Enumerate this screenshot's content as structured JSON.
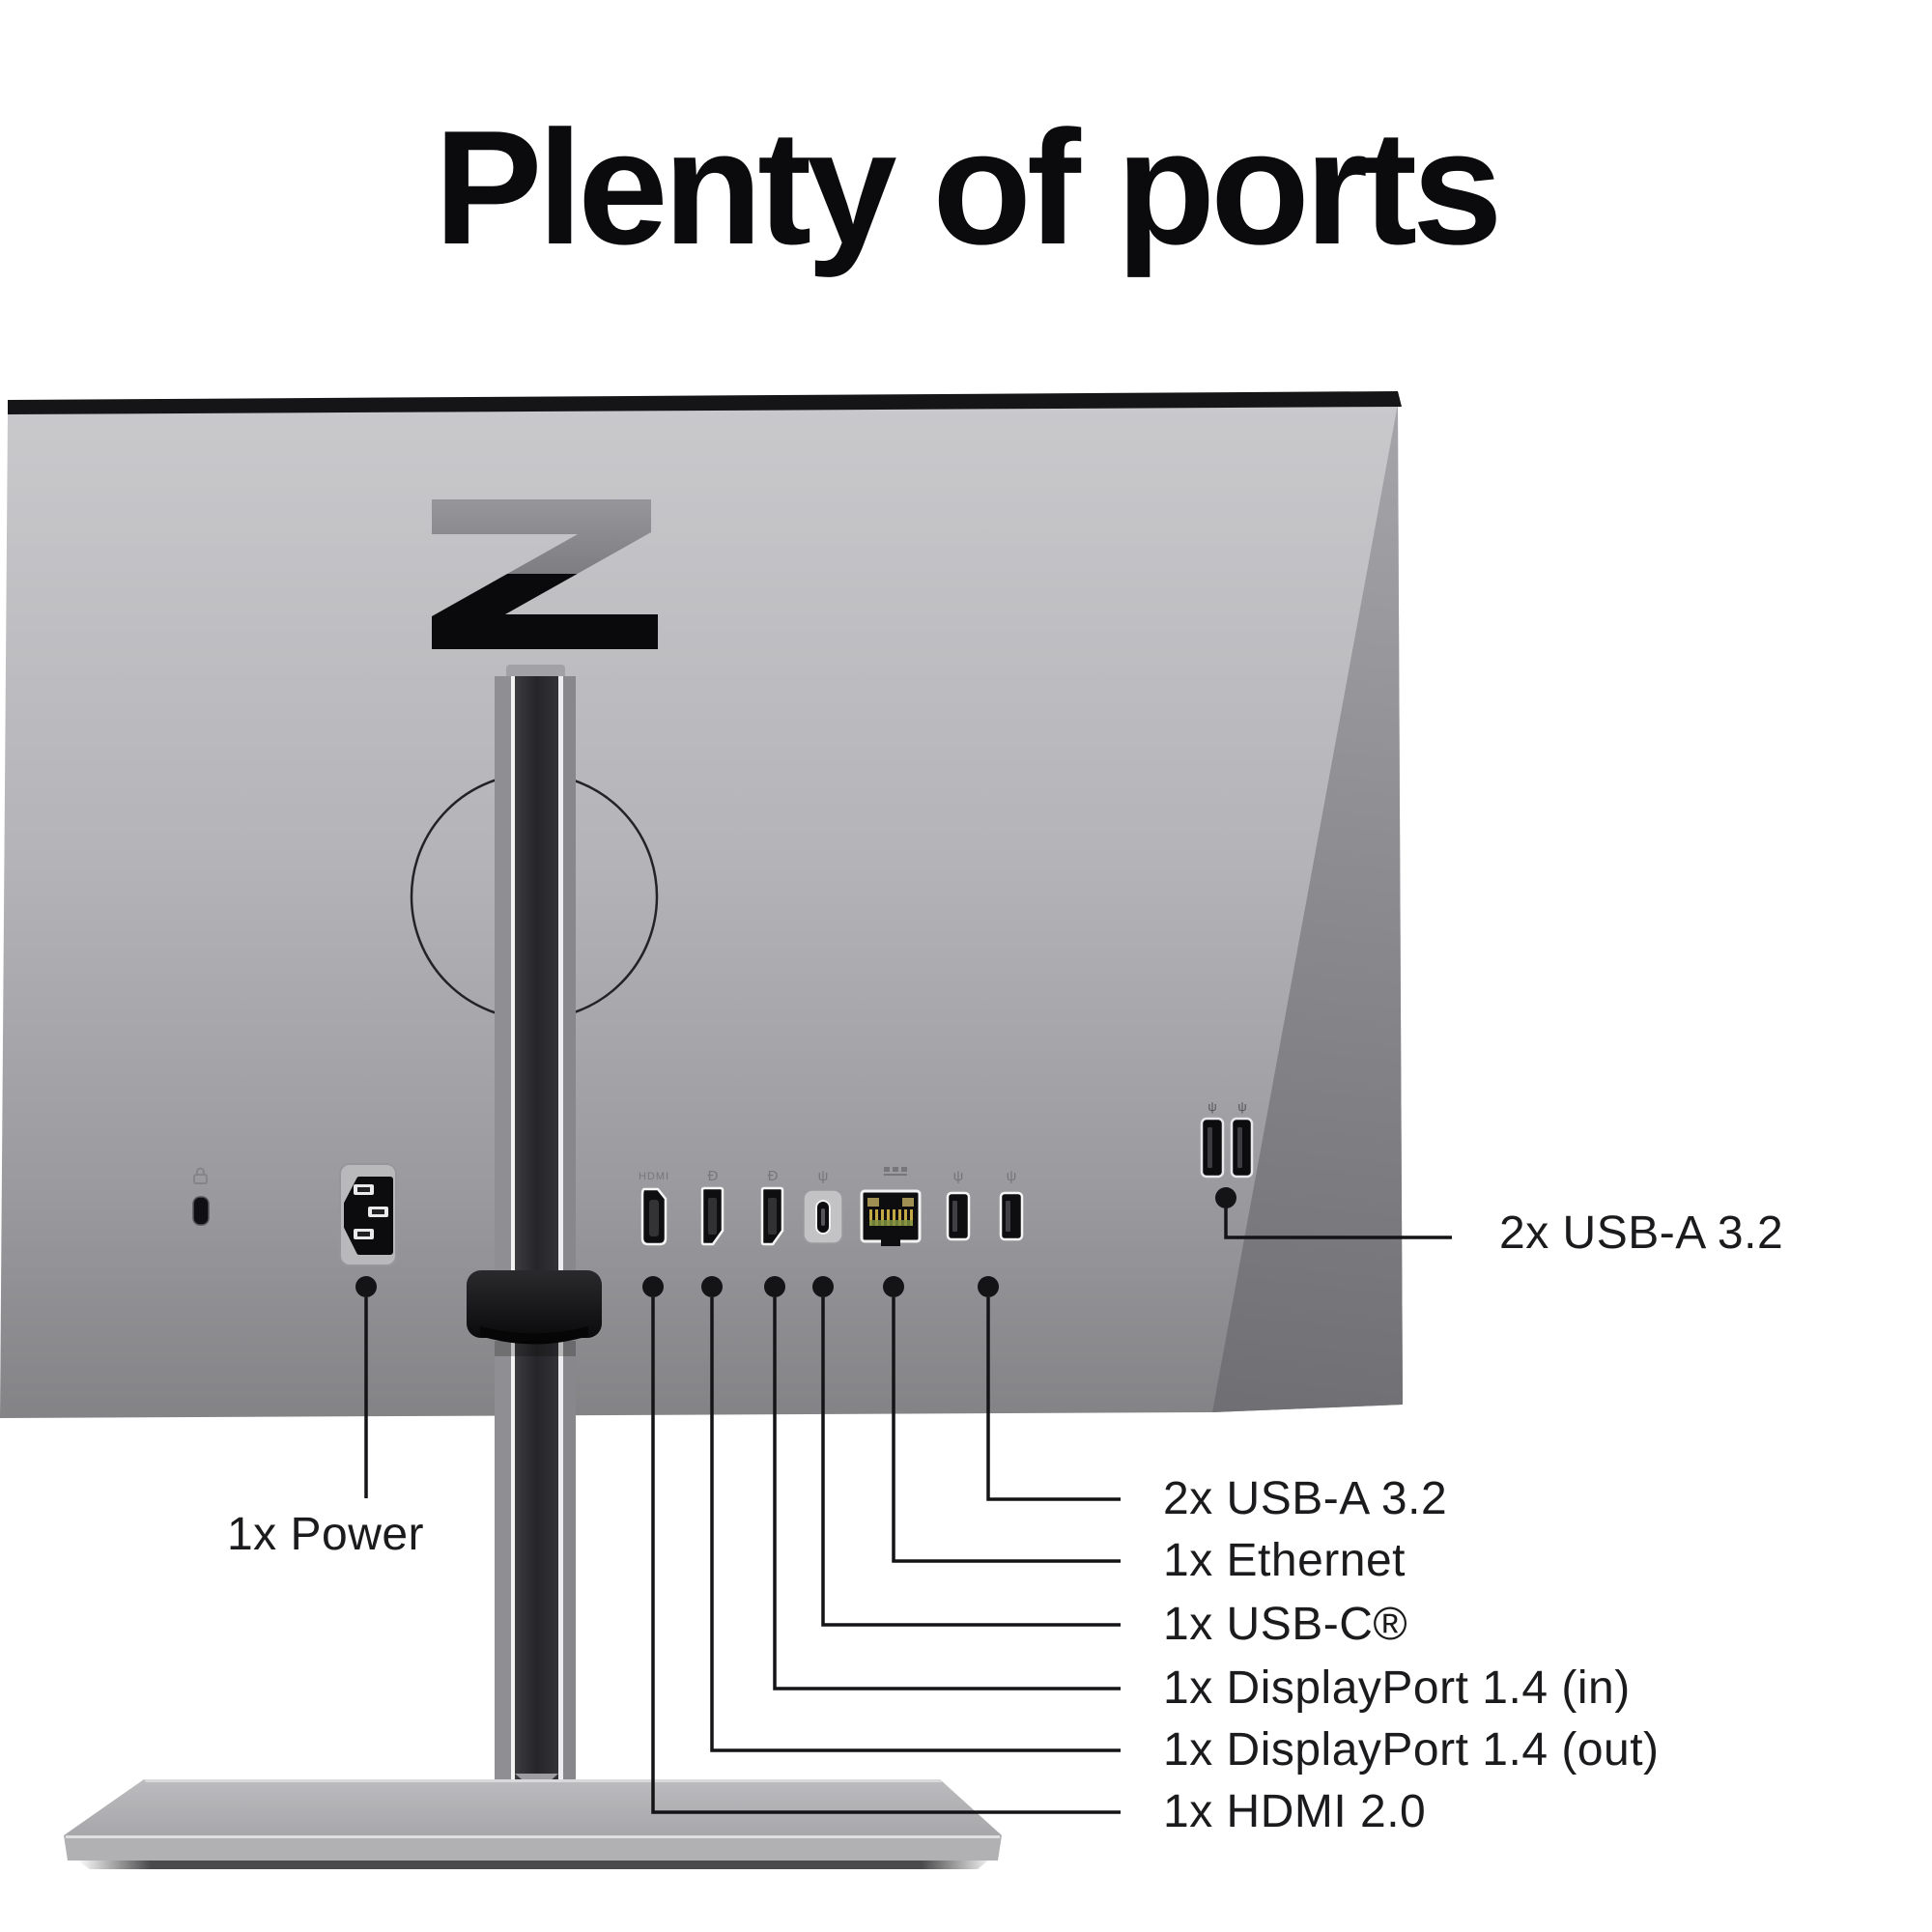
{
  "title": "Plenty of ports",
  "logo_letter": "Z",
  "callouts": {
    "side_usb": {
      "label": "2x USB-A 3.2"
    },
    "power": {
      "label": "1x Power"
    },
    "rear": [
      {
        "label": "2x USB-A 3.2"
      },
      {
        "label": "1x Ethernet"
      },
      {
        "label": "1x USB-C®"
      },
      {
        "label": "1x DisplayPort 1.4 (in)"
      },
      {
        "label": "1x DisplayPort 1.4 (out)"
      },
      {
        "label": "1x HDMI 2.0"
      }
    ]
  },
  "port_engravings": {
    "hdmi": "HDMI",
    "displayport": "Đ",
    "usb": "ψ"
  },
  "colors": {
    "background": "#ffffff",
    "title_text": "#0b0b0d",
    "label_text": "#1b1b1d",
    "callout_line": "#141416",
    "monitor_light": "#c9c9cc",
    "monitor_dark": "#848487",
    "side_wedge_dark": "#717175",
    "stand_black": "#2b2b2e",
    "stand_silver": "#95959a",
    "ethernet_gold": "#c2a845"
  }
}
